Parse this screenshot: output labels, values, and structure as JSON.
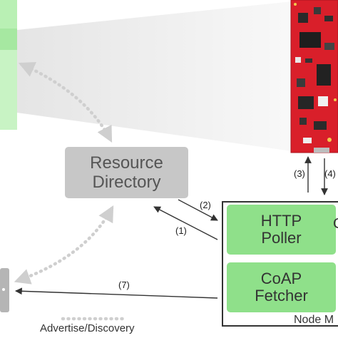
{
  "resource_directory": {
    "line1": "Resource",
    "line2": "Directory"
  },
  "node": {
    "title": "Node M",
    "http_poller": {
      "line1": "HTTP",
      "line2": "Poller"
    },
    "coap_fetcher": {
      "line1": "CoAP",
      "line2": "Fetcher"
    }
  },
  "arrow_labels": {
    "a1": "(1)",
    "a2": "(2)",
    "a3": "(3)",
    "a4": "(4)",
    "a7": "(7)"
  },
  "right_edge_glyph": "C",
  "legend": {
    "label": "Advertise/Discovery"
  },
  "colors": {
    "resource_directory_fill": "#c7c7c7",
    "component_fill": "#8fe08a",
    "device_pcb": "#e0202a",
    "projection_fill": "#e8e8e8",
    "dotted_arrow": "#cfcfcf"
  }
}
